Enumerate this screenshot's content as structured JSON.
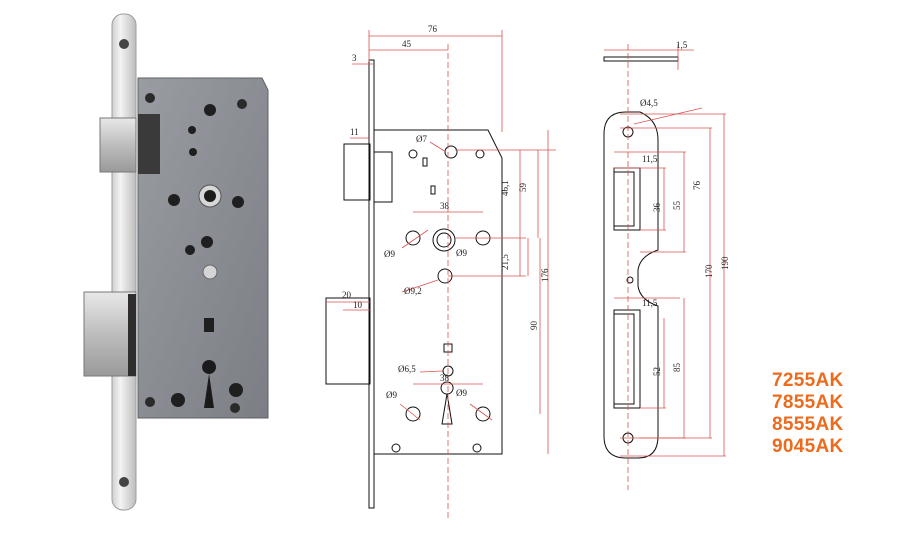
{
  "colors": {
    "accent": "#ec6b1c",
    "dimension_line": "#d9534f",
    "drawing_line": "#111111",
    "faceplate": "#e3e3e3",
    "body": "#8b8d94"
  },
  "drawing_front": {
    "dims": {
      "overall_width": "76",
      "backset": "45",
      "faceplate_thickness": "3",
      "latch_width": "11",
      "follower_hole": "Ø7",
      "hole_spacing_top": "46,1",
      "hole_dist_59": "59",
      "spindle_centres": "38",
      "hole_left_mid": "Ø9",
      "hole_right_mid": "Ø9",
      "offset_21_5": "21,5",
      "hole_small": "Ø9,2",
      "height_176": "176",
      "bolt_throw": "20",
      "bolt_width": "10",
      "centre_90": "90",
      "cylinder_hole": "Ø6,5",
      "cylinder_spacing": "38",
      "hole_bottom_left": "Ø9",
      "hole_bottom_right": "Ø9"
    }
  },
  "drawing_strike": {
    "dims": {
      "thickness": "1,5",
      "screw_hole": "Ø4,5",
      "latch_cut_width": "11,5",
      "latch_cut_36": "36",
      "latch_cut_55": "55",
      "latch_cut_76": "76",
      "height_170": "170",
      "height_190": "190",
      "bolt_cut_width": "11,5",
      "bolt_cut_52": "52",
      "bolt_cut_85": "85"
    }
  },
  "models": [
    "7255AK",
    "7855AK",
    "8555AK",
    "9045AK"
  ]
}
